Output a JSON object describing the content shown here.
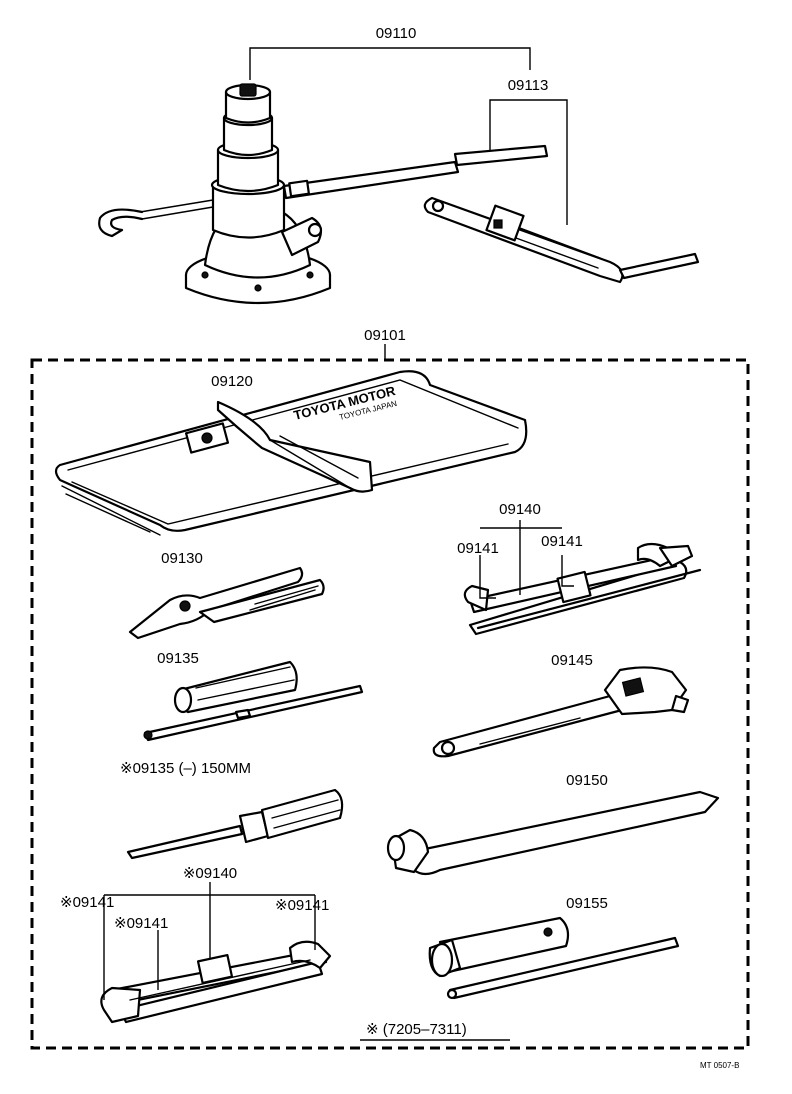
{
  "labels": {
    "jack_assy": "09110",
    "jack_handle": "09113",
    "tool_kit": "09101",
    "tool_bag": "09120",
    "pliers": "09130",
    "wrench_set": "09140",
    "wrench_a": "09141",
    "wrench_b": "09141",
    "screwdriver": "09135",
    "adjustable_wrench": "09145",
    "screwdriver_alt": "※09135 (–) 150MM",
    "lug_wrench": "09150",
    "wrench_set_alt": "※09140",
    "wrench_alt_1": "※09141",
    "wrench_alt_2": "※09141",
    "wrench_alt_3": "※09141",
    "plug_wrench": "09155",
    "note": "※ (7205–7311)",
    "drawing_code": "MT 0507-B"
  },
  "bag_print": {
    "line1": "TOYOTA MOTOR",
    "line2": "TOYOTA JAPAN"
  }
}
